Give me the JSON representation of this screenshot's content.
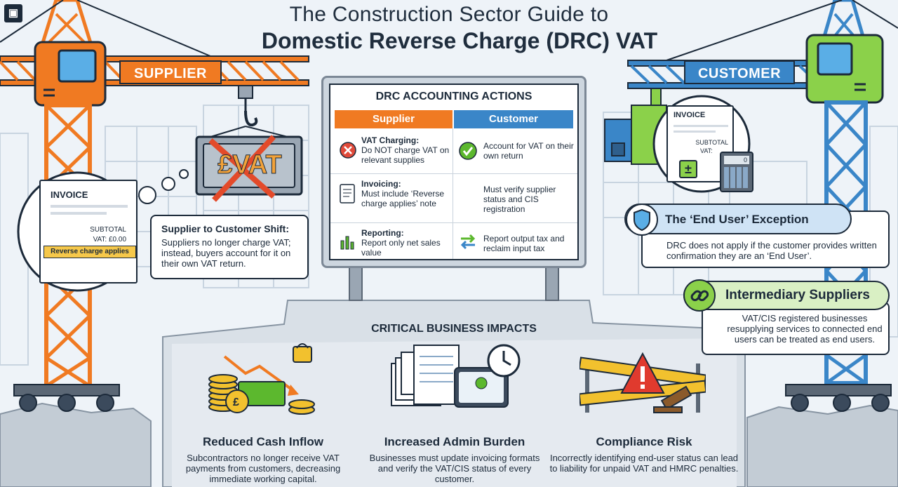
{
  "title": {
    "line1": "The Construction Sector Guide to",
    "line2": "Domestic Reverse Charge (DRC) VAT"
  },
  "logo_icon": "building-logo",
  "cranes": {
    "supplier_label": "SUPPLIER",
    "customer_label": "CUSTOMER",
    "supplier_color": "#f07a22",
    "customer_color": "#3a86c8",
    "vat_sign": "£VAT"
  },
  "supplier_invoice": {
    "heading": "INVOICE",
    "subtotal": "SUBTOTAL",
    "vat": "VAT: £0.00",
    "badge": "Reverse charge applies"
  },
  "supplier_shift": {
    "title": "Supplier to Customer Shift:",
    "text": "Suppliers no longer charge VAT; instead, buyers account for it on their own VAT return."
  },
  "customer_invoice": {
    "heading": "INVOICE",
    "subtotal": "SUBTOTAL",
    "vat": "VAT:",
    "calc_display": "0"
  },
  "end_user": {
    "title": "The ‘End User’ Exception",
    "text": "DRC does not apply if the customer provides written confirmation they are an ‘End User’.",
    "icon": "shield-icon"
  },
  "intermediary": {
    "title": "Intermediary Suppliers",
    "text": "VAT/CIS registered businesses resupplying services to connected end users can be treated as end users.",
    "icon": "link-icon"
  },
  "drc_table": {
    "title": "DRC ACCOUNTING ACTIONS",
    "col_supplier": "Supplier",
    "col_customer": "Customer",
    "rows": [
      {
        "supplier_label": "VAT Charging:",
        "supplier_text": "Do NOT charge VAT on relevant supplies",
        "supplier_icon": "cross-icon",
        "customer_text": "Account for VAT on their own return",
        "customer_icon": "check-icon"
      },
      {
        "supplier_label": "Invoicing:",
        "supplier_text": "Must include ‘Reverse charge applies’ note",
        "supplier_icon": "document-icon",
        "customer_text": "Must verify supplier status and CIS registration",
        "customer_icon": ""
      },
      {
        "supplier_label": "Reporting:",
        "supplier_text": "Report only net sales value",
        "supplier_icon": "bar-chart-icon",
        "customer_text": "Report output tax and reclaim input tax",
        "customer_icon": "swap-arrows-icon"
      }
    ]
  },
  "impacts": {
    "title": "CRITICAL BUSINESS IMPACTS",
    "items": [
      {
        "title": "Reduced Cash Inflow",
        "text": "Subcontractors no longer receive VAT payments from customers, decreasing immediate working capital.",
        "icon": "coins-down-arrow-icon"
      },
      {
        "title": "Increased Admin Burden",
        "text": "Businesses must update invoicing formats and verify the VAT/CIS status of every customer.",
        "icon": "paperwork-clock-icon"
      },
      {
        "title": "Compliance Risk",
        "text": "Incorrectly identifying end-user status can lead to liability for unpaid VAT and HMRC penalties.",
        "icon": "warning-tape-gavel-icon"
      }
    ]
  }
}
